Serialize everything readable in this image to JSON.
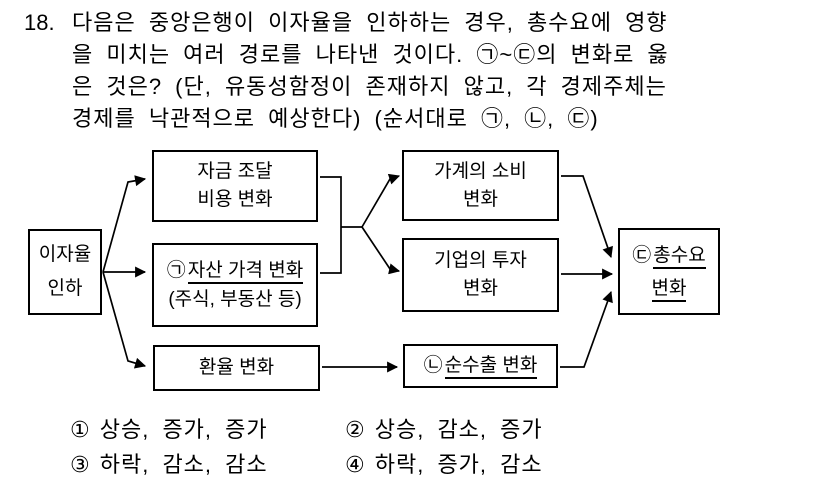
{
  "colors": {
    "ink": "#000000",
    "paper": "#ffffff"
  },
  "question": {
    "number": "18.",
    "lines": [
      "다음은 중앙은행이 이자율을 인하하는 경우, 총수요에 영향",
      "을 미치는 여러 경로를 나타낸 것이다. ㉠~㉢의 변화로 옳",
      "은 것은? (단, 유동성함정이 존재하지 않고, 각 경제주체는",
      "경제를 낙관적으로 예상한다) (순서대로 ㉠, ㉡, ㉢)"
    ]
  },
  "diagram": {
    "interest": {
      "line1": "이자율",
      "line2": "인하"
    },
    "funding": {
      "line1": "자금 조달",
      "line2": "비용 변화"
    },
    "asset": {
      "marker": "㉠",
      "title": "자산 가격 변화",
      "subtitle": "(주식, 부동산 등)"
    },
    "exchange": {
      "line1": "환율 변화"
    },
    "consumption": {
      "line1": "가계의 소비",
      "line2": "변화"
    },
    "investment": {
      "line1": "기업의 투자",
      "line2": "변화"
    },
    "netexport": {
      "marker": "㉡",
      "title": "순수출 변화"
    },
    "aggregate": {
      "marker": "㉢",
      "title": "총수요",
      "title2": "변화"
    }
  },
  "options": [
    {
      "marker": "①",
      "text": "상승, 증가, 증가"
    },
    {
      "marker": "②",
      "text": "상승, 감소, 증가"
    },
    {
      "marker": "③",
      "text": "하락, 감소, 감소"
    },
    {
      "marker": "④",
      "text": "하락, 증가, 감소"
    }
  ]
}
